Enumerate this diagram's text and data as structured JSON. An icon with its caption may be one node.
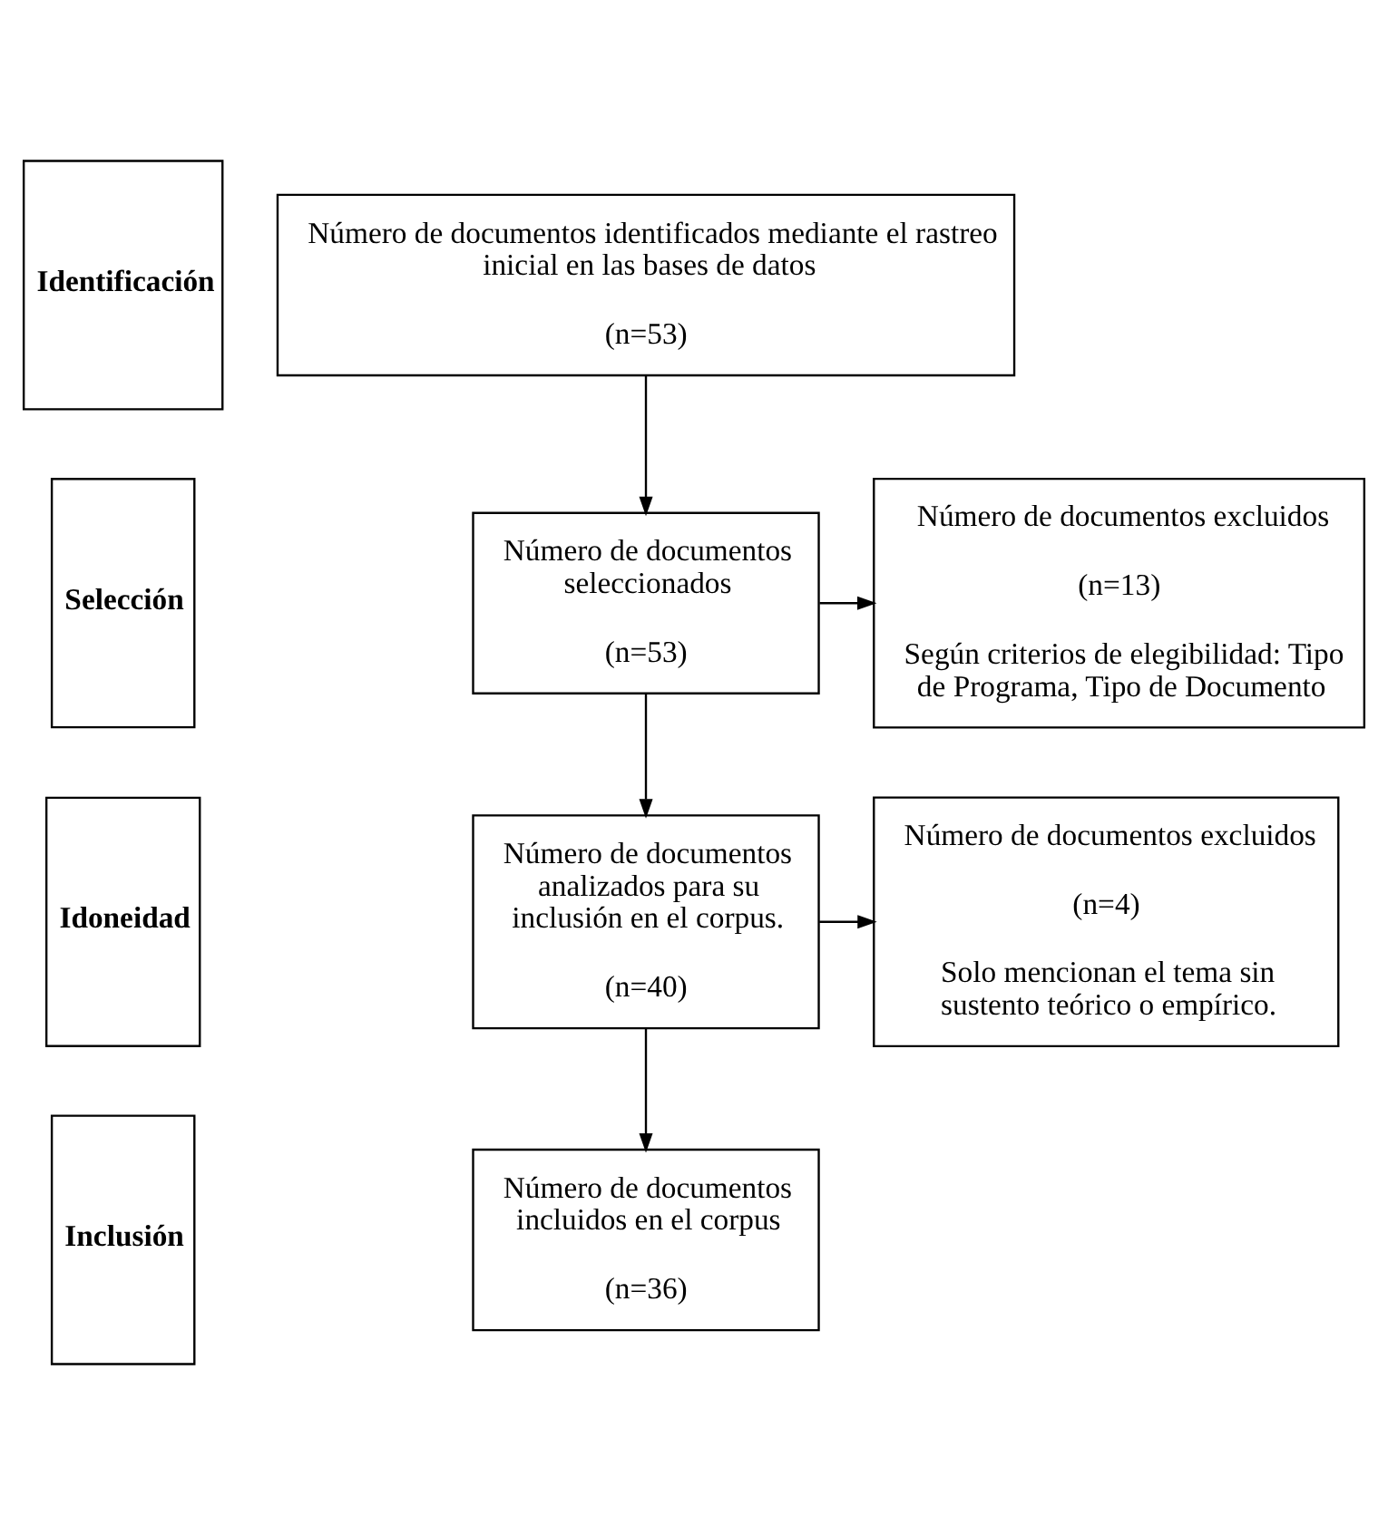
{
  "diagram": {
    "nodes": [
      {
        "text": [
          "Identificación"
        ]
      },
      {
        "text": [
          "Número de documentos identificados mediante el rastreo inicial en las bases de datos",
          "(n=53)"
        ]
      },
      {
        "text": [
          "Selección"
        ]
      },
      {
        "text": [
          "Número de documentos seleccionados",
          "(n=53)"
        ]
      },
      {
        "text": [
          "Número de documentos excluidos",
          "(n=13)",
          "Según criterios de elegibilidad: Tipo de Programa, Tipo de Documento"
        ]
      },
      {
        "text": [
          "Idoneidad"
        ]
      },
      {
        "text": [
          "Número de documentos analizados para su inclusión en el corpus.",
          "(n=40)"
        ]
      },
      {
        "text": [
          "Número de documentos excluidos",
          "(n=4)",
          "Solo mencionan el tema sin sustento teórico o empírico."
        ]
      },
      {
        "text": [
          "Inclusión"
        ]
      },
      {
        "text": [
          "Número de documentos incluidos en el corpus",
          "(n=36)"
        ]
      }
    ],
    "edges": [
      {
        "from": 1,
        "to": 3,
        "arrow": "to"
      },
      {
        "from": 3,
        "to": 4,
        "arrow": "to"
      },
      {
        "from": 3,
        "to": 6,
        "arrow": "to"
      },
      {
        "from": 6,
        "to": 7,
        "arrow": "to"
      },
      {
        "from": 6,
        "to": 9,
        "arrow": "to"
      }
    ]
  }
}
